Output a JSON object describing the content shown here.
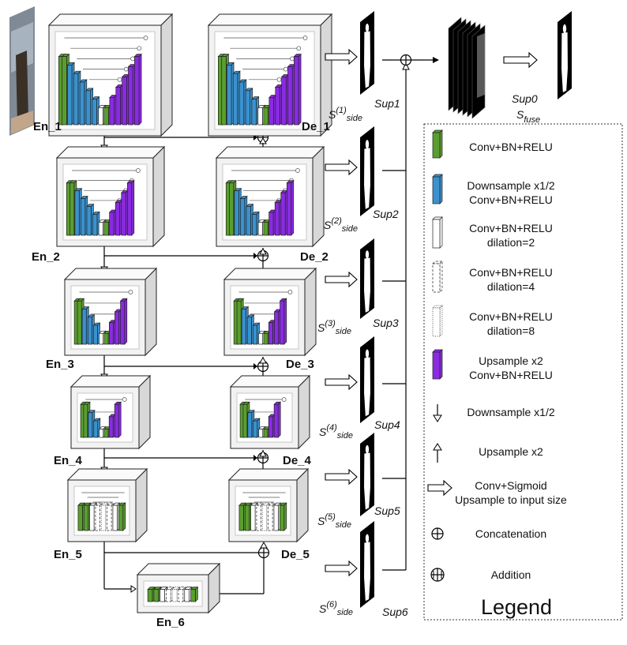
{
  "encoders": [
    {
      "label": "En_1"
    },
    {
      "label": "En_2"
    },
    {
      "label": "En_3"
    },
    {
      "label": "En_4"
    },
    {
      "label": "En_5"
    },
    {
      "label": "En_6"
    }
  ],
  "decoders": [
    {
      "label": "De_1"
    },
    {
      "label": "De_2"
    },
    {
      "label": "De_3"
    },
    {
      "label": "De_4"
    },
    {
      "label": "De_5"
    }
  ],
  "side_outputs": [
    {
      "s_main": "S",
      "s_sup": "(1)",
      "s_sub": "side",
      "sup": "Sup1"
    },
    {
      "s_main": "S",
      "s_sup": "(2)",
      "s_sub": "side",
      "sup": "Sup2"
    },
    {
      "s_main": "S",
      "s_sup": "(3)",
      "s_sub": "side",
      "sup": "Sup3"
    },
    {
      "s_main": "S",
      "s_sup": "(4)",
      "s_sub": "side",
      "sup": "Sup4"
    },
    {
      "s_main": "S",
      "s_sup": "(5)",
      "s_sub": "side",
      "sup": "Sup5"
    },
    {
      "s_main": "S",
      "s_sup": "(6)",
      "s_sub": "side",
      "sup": "Sup6"
    }
  ],
  "fuse": {
    "sup": "Sup0",
    "s_main": "S",
    "s_sub": "fuse"
  },
  "legend": {
    "title": "Legend",
    "items": [
      {
        "icon": "green-block-icon",
        "lines": [
          "Conv+BN+RELU"
        ]
      },
      {
        "icon": "blue-block-icon",
        "lines": [
          "Downsample x1/2",
          "Conv+BN+RELU"
        ]
      },
      {
        "icon": "white-block-icon",
        "lines": [
          "Conv+BN+RELU",
          "dilation=2"
        ]
      },
      {
        "icon": "dashed-block-icon",
        "lines": [
          "Conv+BN+RELU",
          "dilation=4"
        ]
      },
      {
        "icon": "dotted-block-icon",
        "lines": [
          "Conv+BN+RELU",
          "dilation=8"
        ]
      },
      {
        "icon": "purple-block-icon",
        "lines": [
          "Upsample x2",
          "Conv+BN+RELU"
        ]
      },
      {
        "icon": "down-arrow-icon",
        "lines": [
          "Downsample x1/2"
        ]
      },
      {
        "icon": "up-arrow-icon",
        "lines": [
          "Upsample x2"
        ]
      },
      {
        "icon": "hollow-right-arrow-icon",
        "lines": [
          "Conv+Sigmoid",
          "Upsample to input size"
        ]
      },
      {
        "icon": "concat-icon",
        "lines": [
          "Concatenation"
        ]
      },
      {
        "icon": "addition-icon",
        "lines": [
          "Addition"
        ]
      }
    ]
  },
  "colors": {
    "green": "#5a9e2f",
    "blue": "#3a92cf",
    "purple": "#8a2be2",
    "frame": "#f2f2f2"
  }
}
